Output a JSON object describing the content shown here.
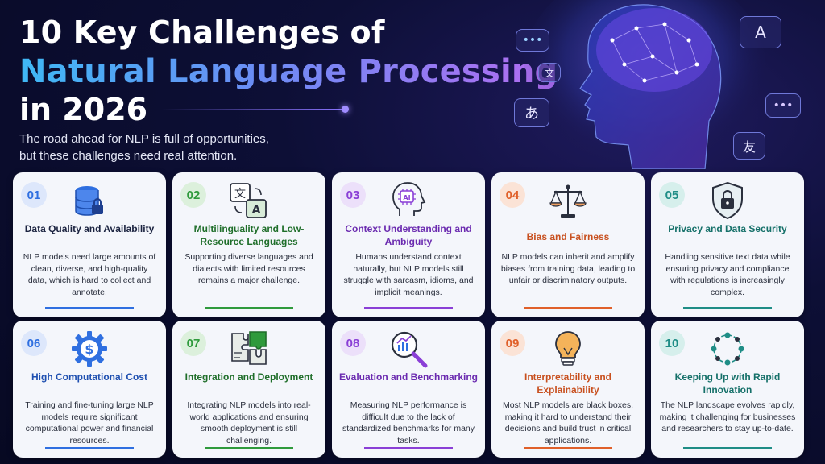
{
  "header": {
    "title_line1": "10 Key Challenges of",
    "title_line2": "Natural Language Processing",
    "title_line3": "in 2026",
    "subtitle": "The road ahead for NLP is full of opportunities, but these challenges need real attention."
  },
  "hero": {
    "bubbles": [
      "•••",
      "A",
      "文",
      "あ",
      "•••",
      "友"
    ]
  },
  "cards": [
    {
      "num": "01",
      "title": "Data Quality and Availability",
      "desc": "NLP models need large amounts of clean, diverse, and high-quality data, which is hard to collect and annotate.",
      "accent": "#2f6fe0",
      "icon": "database-lock-icon"
    },
    {
      "num": "02",
      "title": "Multilinguality and Low-Resource Languages",
      "desc": "Supporting diverse languages and dialects with limited resources remains a major challenge.",
      "accent": "#2f9a3c",
      "icon": "translate-icon"
    },
    {
      "num": "03",
      "title": "Context Understanding and Ambiguity",
      "desc": "Humans understand context naturally, but NLP models still struggle with sarcasm, idioms, and implicit meanings.",
      "accent": "#8a3fd6",
      "icon": "ai-head-icon"
    },
    {
      "num": "04",
      "title": "Bias and Fairness",
      "desc": "NLP models can inherit and amplify biases from training data, leading to unfair or discriminatory outputs.",
      "accent": "#e0602a",
      "icon": "scales-icon"
    },
    {
      "num": "05",
      "title": "Privacy and Data Security",
      "desc": "Handling sensitive text data while ensuring privacy and compliance with regulations is increasingly complex.",
      "accent": "#1f8d86",
      "icon": "shield-lock-icon"
    },
    {
      "num": "06",
      "title": "High Computational Cost",
      "desc": "Training and fine-tuning large NLP models require significant computational power and financial resources.",
      "accent": "#2f6fe0",
      "icon": "gear-dollar-icon"
    },
    {
      "num": "07",
      "title": "Integration and Deployment",
      "desc": "Integrating NLP models into real-world applications and ensuring smooth deployment is still challenging.",
      "accent": "#2f9a3c",
      "icon": "puzzle-icon"
    },
    {
      "num": "08",
      "title": "Evaluation and Benchmarking",
      "desc": "Measuring NLP performance is difficult due to the lack of standardized benchmarks for many tasks.",
      "accent": "#8a3fd6",
      "icon": "magnifier-chart-icon"
    },
    {
      "num": "09",
      "title": "Interpretability and Explainability",
      "desc": "Most NLP models are black boxes, making it hard to understand their decisions and build trust in critical applications.",
      "accent": "#e0602a",
      "icon": "lightbulb-icon"
    },
    {
      "num": "10",
      "title": "Keeping Up with Rapid Innovation",
      "desc": "The NLP landscape evolves rapidly, making it challenging for businesses and researchers to stay up-to-date.",
      "accent": "#1f8d86",
      "icon": "network-cycle-icon"
    }
  ]
}
